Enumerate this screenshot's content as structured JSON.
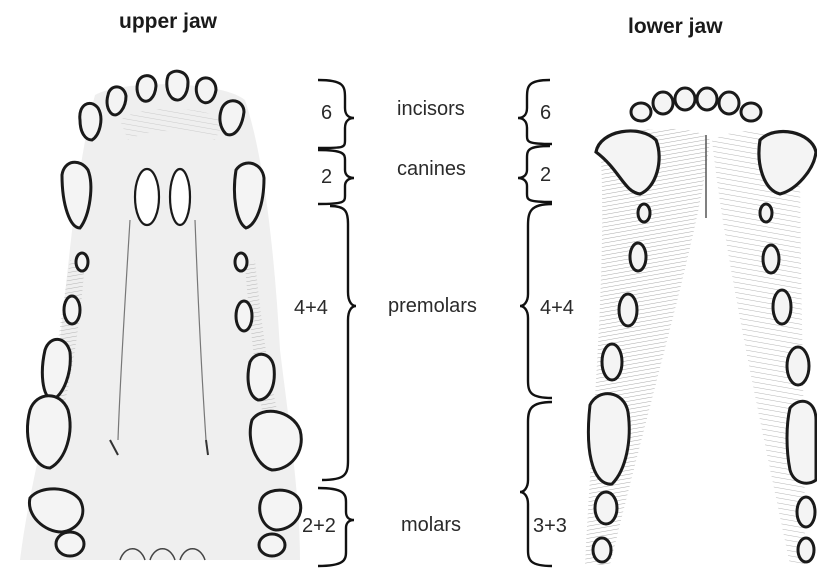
{
  "titles": {
    "upper": "upper jaw",
    "lower": "lower jaw"
  },
  "tooth_types": [
    {
      "name": "incisors",
      "upper_count": "6",
      "lower_count": "6"
    },
    {
      "name": "canines",
      "upper_count": "2",
      "lower_count": "2"
    },
    {
      "name": "premolars",
      "upper_count": "4+4",
      "lower_count": "4+4"
    },
    {
      "name": "molars",
      "upper_count": "2+2",
      "lower_count": "3+3"
    }
  ],
  "colors": {
    "ink": "#1a1a1a",
    "bone_shade": "#bdbdbd",
    "tooth_fill": "#f4f4f4",
    "background": "#ffffff"
  }
}
